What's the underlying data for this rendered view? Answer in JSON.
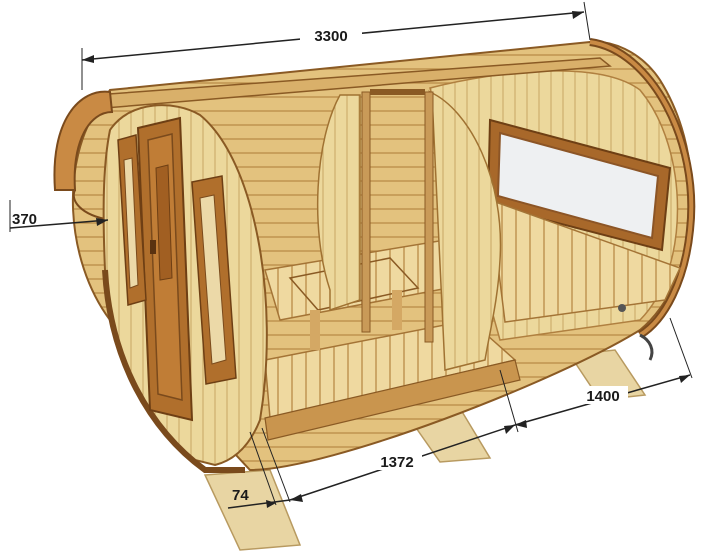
{
  "dimensions": {
    "length": "3300",
    "wall_thickness": "370",
    "bench_depth": "1400",
    "interior_section": "1372",
    "base_offset": "74"
  },
  "colors": {
    "wood_light": "#e9cf8f",
    "wood_mid": "#d8b26a",
    "wood_dark": "#b07a35",
    "trim": "#9a5a22",
    "window_glass": "#eef0f2",
    "dimension_line": "#222222"
  }
}
